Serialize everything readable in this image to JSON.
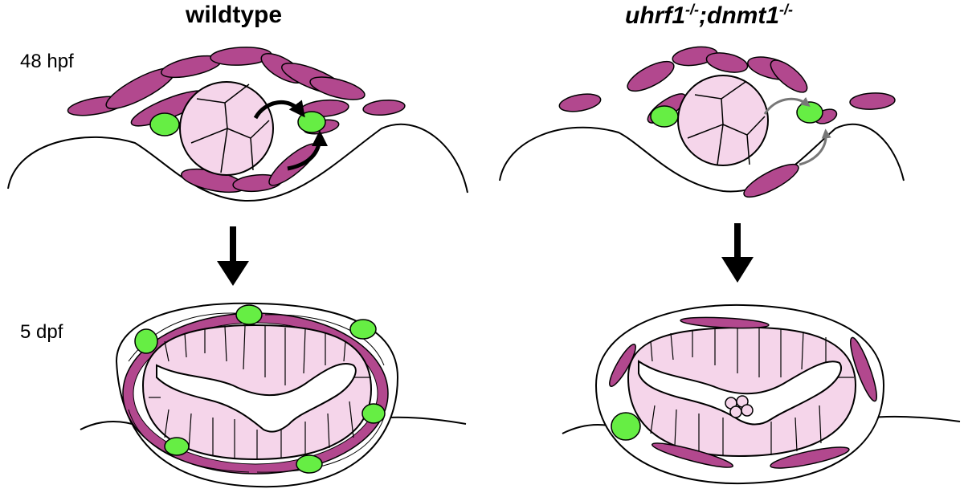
{
  "labels": {
    "wildtype": "wildtype",
    "mutant_a": "uhrf1",
    "mutant_a_sup": "-/-",
    "mutant_sep": ";",
    "mutant_b": "dnmt1",
    "mutant_b_sup": "-/-",
    "stage_early": "48 hpf",
    "stage_late": "5 dpf"
  },
  "colors": {
    "muscle_magenta": "#b2488e",
    "epithelium_pink": "#f5d5ea",
    "cell_green": "#66ee44",
    "arrow_gray": "#777777",
    "outline": "#000000"
  }
}
